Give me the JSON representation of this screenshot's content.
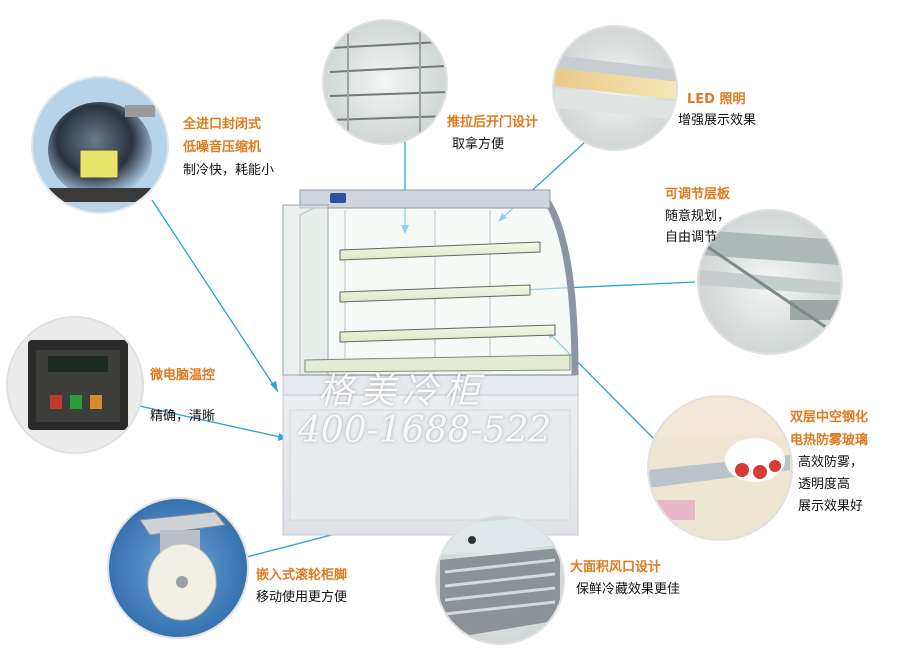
{
  "colors": {
    "label_accent": "#e07a1f",
    "label_text": "#111111",
    "leader_line": "#29a3d8"
  },
  "watermark": {
    "brand": "格美冷柜",
    "phone": "400-1688-522"
  },
  "features": {
    "compressor": {
      "title_line1": "全进口封闭式",
      "title_line2": "低噪音压缩机",
      "desc": "制冷快，耗能小"
    },
    "rear_door": {
      "title": "推拉后开门设计",
      "desc": "取拿方便"
    },
    "led": {
      "title": "LED 照明",
      "desc": "增强展示效果"
    },
    "shelf": {
      "title": "可调节层板",
      "desc_line1": "随意规划，",
      "desc_line2": "自由调节"
    },
    "controller": {
      "title": "微电脑温控",
      "desc": "精确，清晰"
    },
    "glass": {
      "title_line1": "双层中空钢化",
      "title_line2": "电热防雾玻璃",
      "desc_line1": "高效防雾，",
      "desc_line2": "透明度高",
      "desc_line3": "展示效果好"
    },
    "caster": {
      "title": "嵌入式滚轮柜脚",
      "desc": "移动使用更方便"
    },
    "vent": {
      "title": "大面积风口设计",
      "desc": "保鲜冷藏效果更佳"
    }
  }
}
